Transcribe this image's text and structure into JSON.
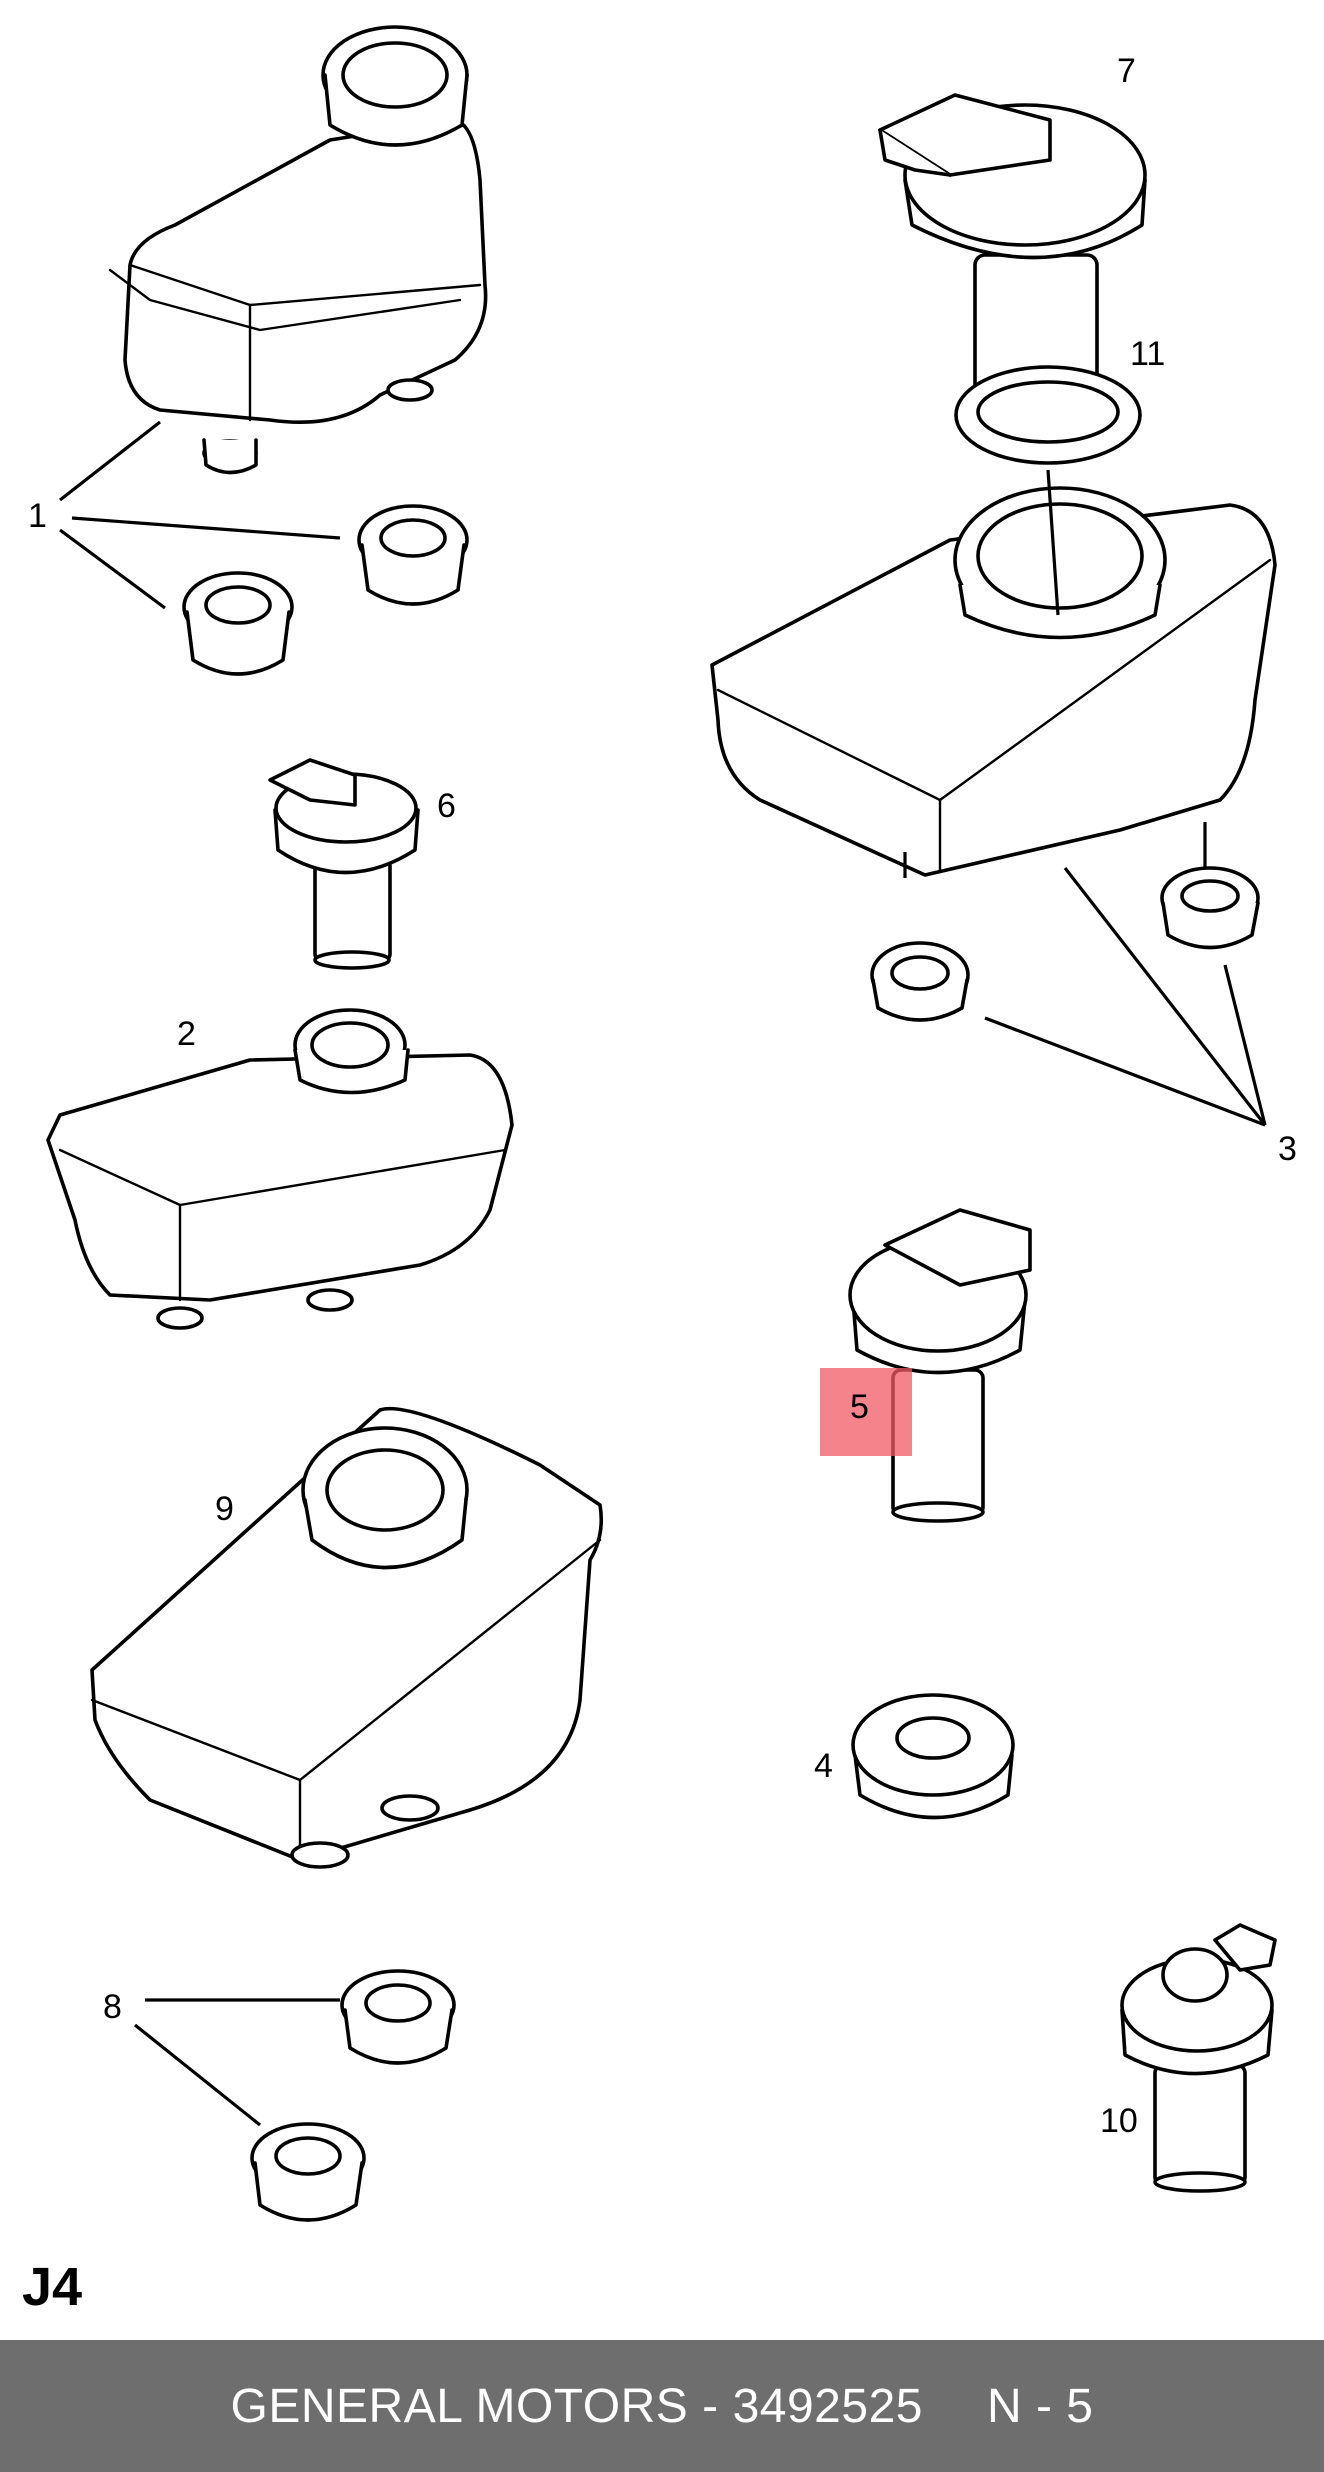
{
  "callouts": {
    "c1": "1",
    "c2": "2",
    "c3": "3",
    "c4": "4",
    "c5": "5",
    "c6": "6",
    "c7": "7",
    "c8": "8",
    "c9": "9",
    "c10": "10",
    "c11": "11"
  },
  "page_code": "J4",
  "footer": {
    "brand": "GENERAL MOTORS -",
    "part_number": "3492525",
    "reference": "N - 5"
  },
  "colors": {
    "highlight": "#f05a66",
    "footer_bg": "#6e6e6e",
    "footer_text": "#ffffff"
  }
}
